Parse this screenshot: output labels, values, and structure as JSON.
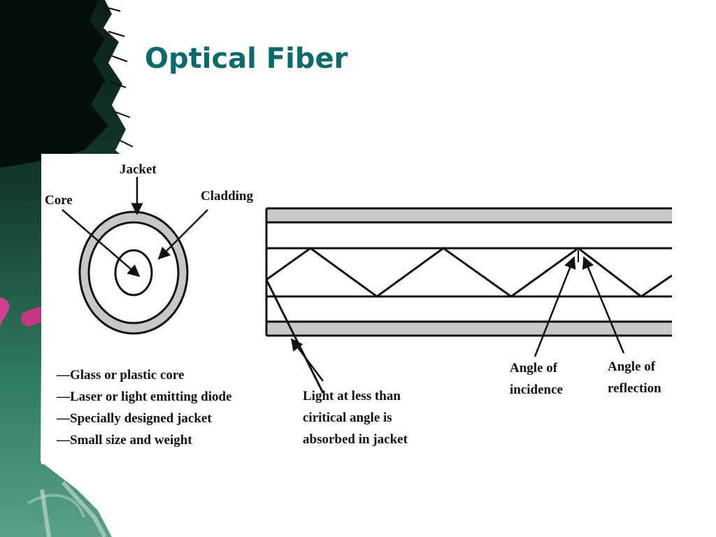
{
  "slide": {
    "title": "Optical Fiber"
  },
  "cross_section": {
    "labels": {
      "jacket": "Jacket",
      "core": "Core",
      "cladding": "Cladding"
    }
  },
  "features": [
    "—Glass or plastic core",
    "—Laser or light emitting diode",
    "—Specially designed jacket",
    "—Small size and weight"
  ],
  "longitudinal": {
    "absorbed_note": [
      "Light at less than",
      "ciritical angle is",
      "absorbed in jacket"
    ],
    "incidence_label": [
      "Angle of",
      "incidence"
    ],
    "reflection_label": [
      "Angle of",
      "reflection"
    ]
  },
  "colors": {
    "title": "#0b6b6b",
    "cladding_gray": "#c8c8c8",
    "jacket_gray": "#c8c8c8",
    "background_dark": "#12352b",
    "chalk_pink": "#d23f8e"
  }
}
